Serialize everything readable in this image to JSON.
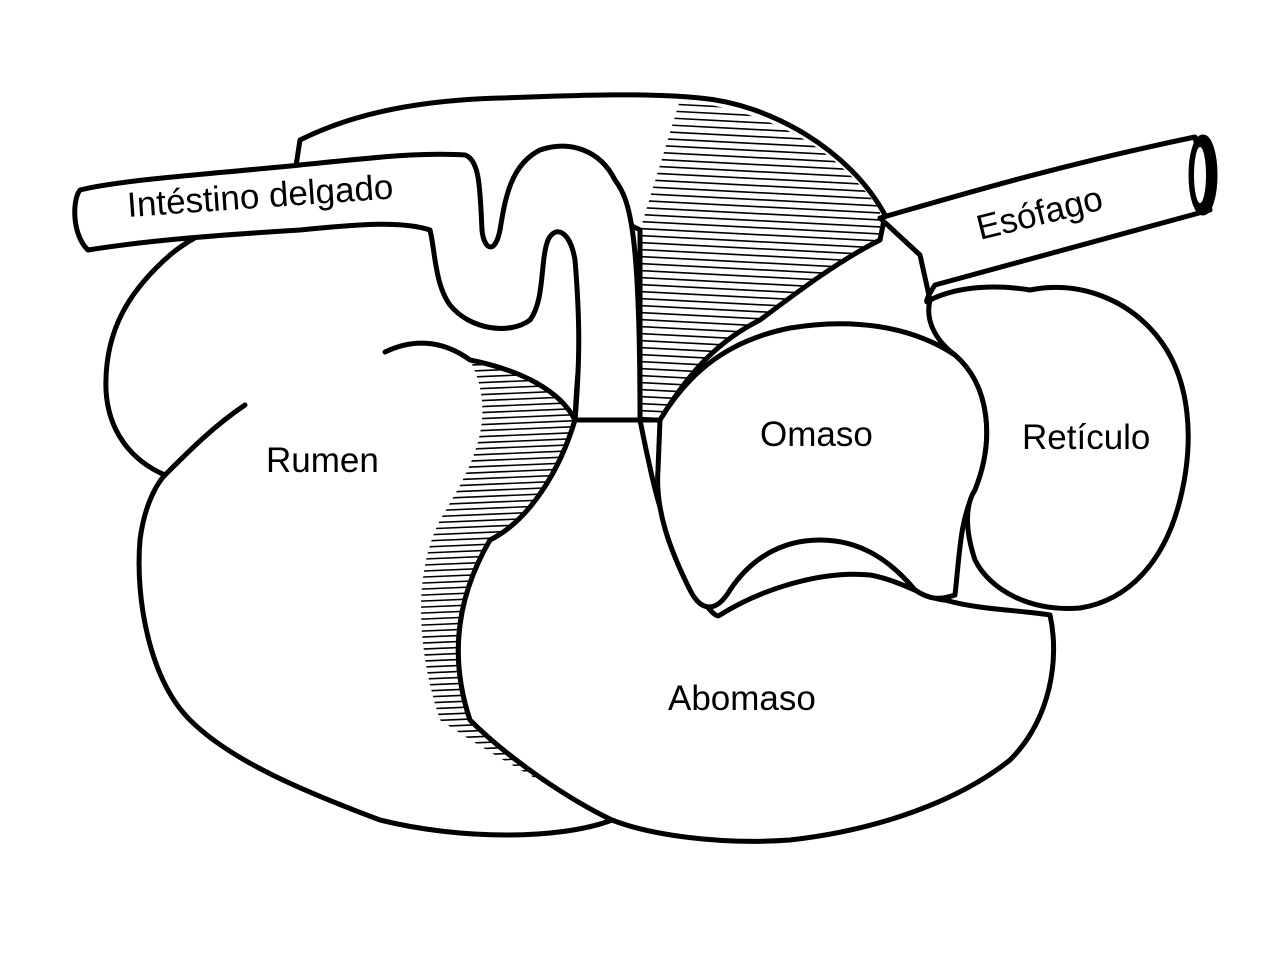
{
  "diagram": {
    "labels": {
      "small_intestine": "Intéstino delgado",
      "esophagus": "Esófago",
      "rumen": "Rumen",
      "omasum": "Omaso",
      "reticulum": "Retículo",
      "abomasum": "Abomaso"
    },
    "colors": {
      "line": "#000000",
      "fill": "#ffffff"
    }
  }
}
